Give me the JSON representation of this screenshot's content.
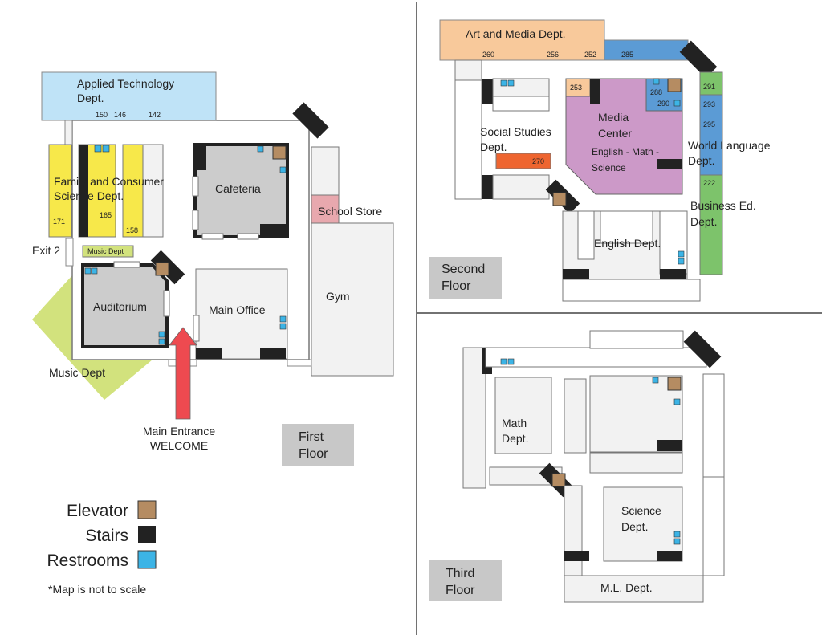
{
  "colors": {
    "elevator": "#b58c62",
    "stairs": "#222222",
    "restroom": "#3cb4e6",
    "applied_tech": "#bfe3f7",
    "family_consumer": "#f7e84a",
    "music": "#d2e27d",
    "school_store": "#e8a8ae",
    "art_media": "#f8c99b",
    "media_center": "#cc99c8",
    "world_language": "#5b9bd5",
    "business_ed": "#7dc36b",
    "room_270": "#ee6530",
    "entrance_arrow": "#ee4a50",
    "floor_tag": "#c8c8c8",
    "room_gray": "#cccccc",
    "hall": "#f2f2f2"
  },
  "first_floor": {
    "floor_label_1": "First",
    "floor_label_2": "Floor",
    "applied_tech_1": "Applied Technology",
    "applied_tech_2": "Dept.",
    "room_150": "150",
    "room_146": "146",
    "room_142": "142",
    "family_1": "Family and Consumer",
    "family_2": "Science Dept.",
    "room_171": "171",
    "room_165": "165",
    "room_158": "158",
    "cafeteria": "Cafeteria",
    "school_store": "School Store",
    "exit_2": "Exit 2",
    "music_dept_small": "Music Dept",
    "auditorium": "Auditorium",
    "main_office": "Main Office",
    "gym": "Gym",
    "music_dept": "Music Dept",
    "entrance_1": "Main Entrance",
    "entrance_2": "WELCOME"
  },
  "second_floor": {
    "floor_label_1": "Second",
    "floor_label_2": "Floor",
    "art_media": "Art and Media Dept.",
    "room_260": "260",
    "room_256": "256",
    "room_252": "252",
    "room_285": "285",
    "room_253": "253",
    "room_288": "288",
    "room_290": "290",
    "room_291": "291",
    "room_293": "293",
    "room_295": "295",
    "room_222": "222",
    "media_1": "Media",
    "media_2": "Center",
    "media_3": "English - Math -",
    "media_4": "Science",
    "social_1": "Social Studies",
    "social_2": "Dept.",
    "room_270": "270",
    "world_1": "World Language",
    "world_2": "Dept.",
    "business_1": "Business Ed.",
    "business_2": "Dept.",
    "english": "English Dept."
  },
  "third_floor": {
    "floor_label_1": "Third",
    "floor_label_2": "Floor",
    "math_1": "Math",
    "math_2": "Dept.",
    "science_1": "Science",
    "science_2": "Dept.",
    "ml": "M.L. Dept."
  },
  "legend": {
    "elevator": "Elevator",
    "stairs": "Stairs",
    "restrooms": "Restrooms",
    "note": "*Map is not to scale"
  }
}
